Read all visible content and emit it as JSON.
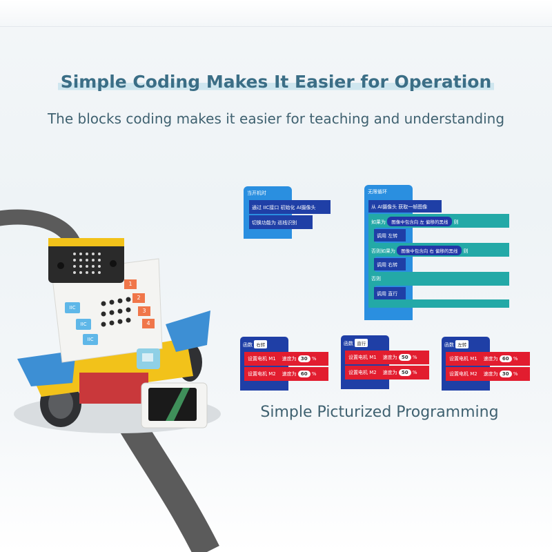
{
  "header": {
    "title": "Simple Coding Makes It Easier for Operation",
    "subtitle": "The blocks coding makes it easier for teaching and understanding"
  },
  "tagline": "Simple Picturized Programming",
  "colors": {
    "title": "#3b6e86",
    "hat_block": "#2a8fe0",
    "ai_block": "#1f3fa6",
    "control_block": "#23a9a7",
    "motor_block": "#e21d2f",
    "function_block": "#1f3fa6"
  },
  "robot": {
    "port_labels": [
      "IIC",
      "IIC",
      "IIC"
    ],
    "side_numbers": [
      "1",
      "2",
      "3",
      "4"
    ]
  },
  "blocks": {
    "startup": {
      "hat": "当开机时",
      "line1": "通过 IIC接口 初始化 AI摄像头",
      "line2": "切换功能为 巡线识别"
    },
    "loop": {
      "hat": "无限循环",
      "fetch": "从 AI摄像头 获取一帧图像",
      "if_label": "如果为",
      "cond1": "图像中包含向  左   偏移的黑线",
      "then": "则",
      "call_left": "调用 左转",
      "elseif_label": "否则如果为",
      "cond2": "图像中包含向  右   偏移的黑线",
      "call_right": "调用 右转",
      "else_label": "否则",
      "call_straight": "调用 直行"
    },
    "functions": [
      {
        "label": "函数",
        "name": "右转",
        "m1_text": "设置电机  M1",
        "m1_speed_label": "速度为",
        "m1_speed": "30",
        "m2_text": "设置电机  M2",
        "m2_speed_label": "速度为",
        "m2_speed": "60",
        "unit": "%"
      },
      {
        "label": "函数",
        "name": "直行",
        "m1_text": "设置电机  M1",
        "m1_speed_label": "速度为",
        "m1_speed": "50",
        "m2_text": "设置电机  M2",
        "m2_speed_label": "速度为",
        "m2_speed": "50",
        "unit": "%"
      },
      {
        "label": "函数",
        "name": "左转",
        "m1_text": "设置电机  M1",
        "m1_speed_label": "速度为",
        "m1_speed": "60",
        "m2_text": "设置电机  M2",
        "m2_speed_label": "速度为",
        "m2_speed": "30",
        "unit": "%"
      }
    ]
  }
}
